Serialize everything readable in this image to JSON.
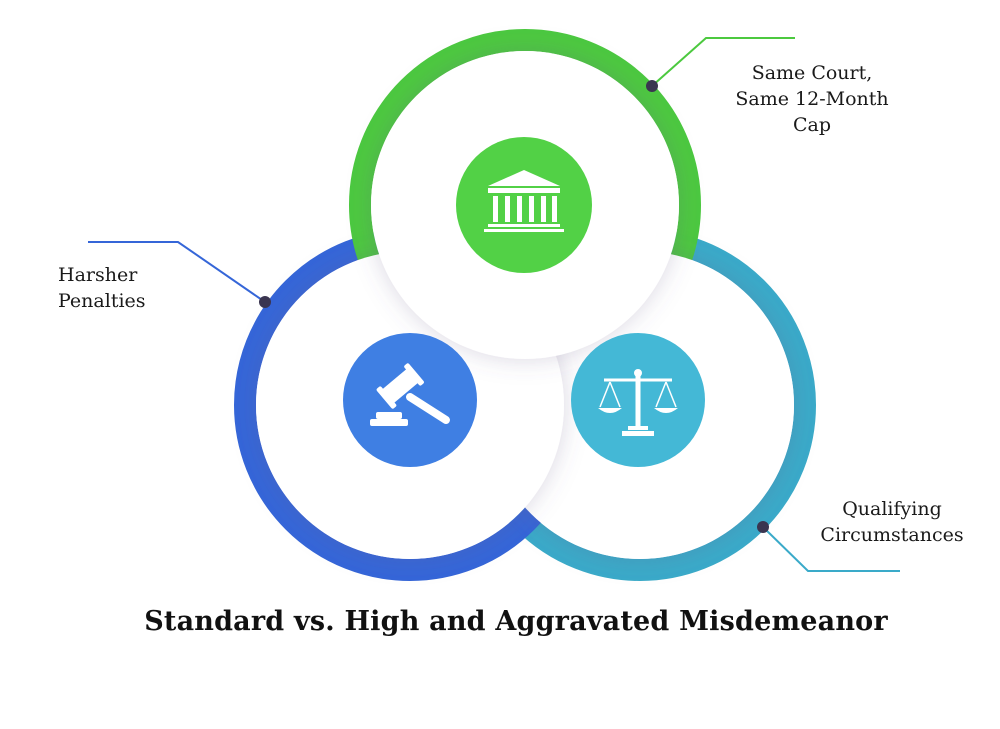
{
  "labels": {
    "top": [
      "Same Court,",
      "Same 12-Month",
      "Cap"
    ],
    "left": [
      "Harsher",
      "Penalties"
    ],
    "right": [
      "Qualifying",
      "Circumstances"
    ]
  },
  "title": "Standard vs. High and Aggravated Misdemeanor",
  "colors": {
    "green": "#4cc93f",
    "blue": "#3566d8",
    "teal": "#3aaac9",
    "green_fill": "#52d146",
    "blue_fill": "#3f7fe3",
    "teal_fill": "#44b8d6",
    "dot": "#3a3550"
  },
  "icons": {
    "top": "courthouse-icon",
    "left": "gavel-icon",
    "right": "scales-icon"
  }
}
